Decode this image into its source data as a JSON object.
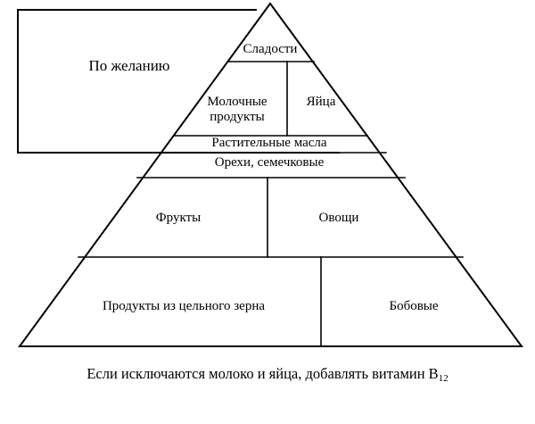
{
  "diagram": {
    "title_text": "",
    "type": "food-pyramid",
    "line_color": "#000000",
    "background_color": "#ffffff",
    "side_box": {
      "label": "По желанию"
    },
    "levels": [
      {
        "name": "sweets",
        "label": "Сладости"
      },
      {
        "name": "dairy",
        "label": "Молочные продукты"
      },
      {
        "name": "eggs",
        "label": "Яйца"
      },
      {
        "name": "oils",
        "label": "Растительные масла"
      },
      {
        "name": "nuts",
        "label": "Орехи, семечковые"
      },
      {
        "name": "fruits",
        "label": "Фрукты"
      },
      {
        "name": "vegetables",
        "label": "Овощи"
      },
      {
        "name": "grains",
        "label": "Продукты из цельного зерна"
      },
      {
        "name": "legumes",
        "label": "Бобовые"
      }
    ],
    "caption": {
      "text_before": "Если исключаются молоко и яйца, добавлять витамин B",
      "subscript": "12"
    }
  }
}
